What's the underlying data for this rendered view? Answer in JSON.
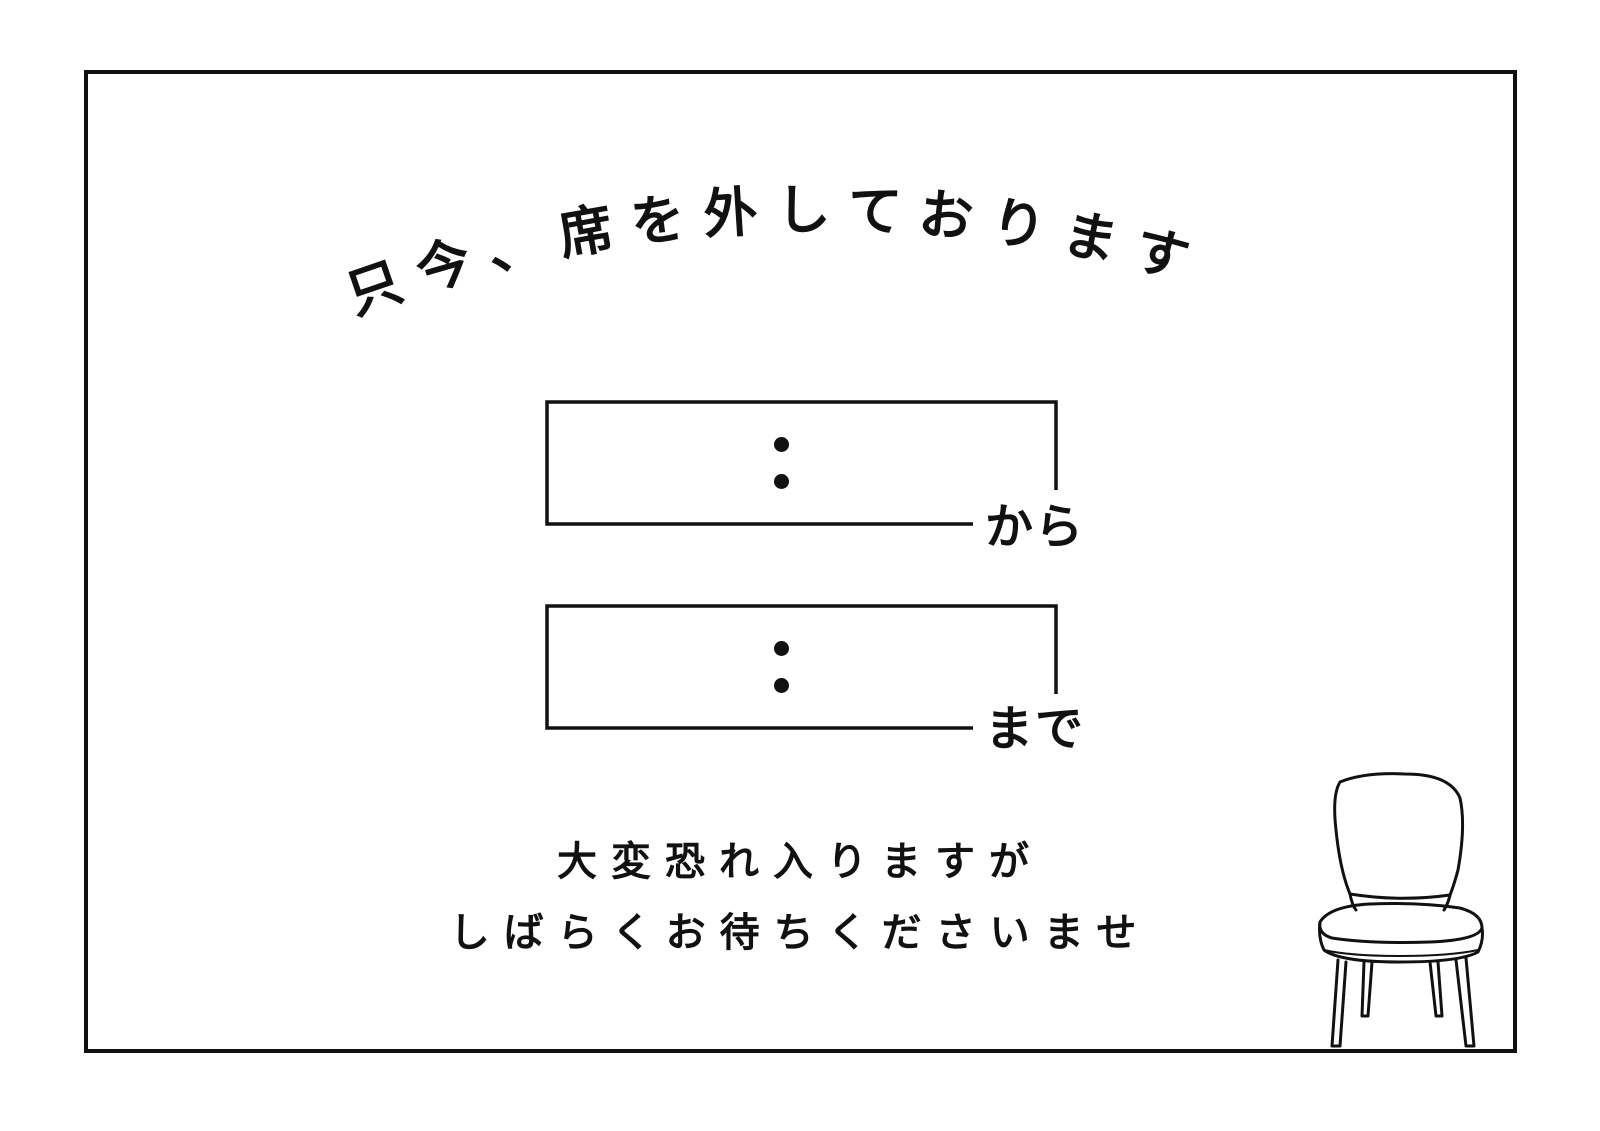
{
  "notice": {
    "title": "只今、席を外しております",
    "time_from": {
      "separator": ":",
      "suffix": "から"
    },
    "time_until": {
      "separator": ":",
      "suffix": "まで"
    },
    "message_line1": "大変恐れ入りますが",
    "message_line2": "しばらくお待ちくださいませ"
  },
  "icons": {
    "chair": "chair-icon"
  },
  "colors": {
    "ink": "#111111",
    "background": "#ffffff"
  }
}
